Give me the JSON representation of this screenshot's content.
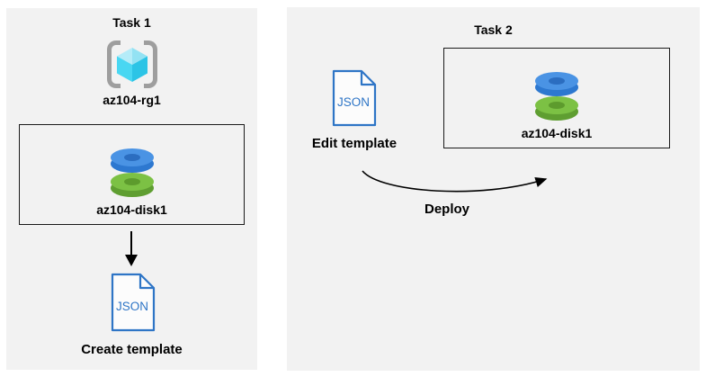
{
  "colors": {
    "canvas_background": "#ffffff",
    "panel_background": "#f2f2f2",
    "box_border": "#1a1a1a",
    "arrow_black": "#000000",
    "text": "#000000",
    "json_icon_blue": "#2e75c6",
    "disk_blue_face": "#4a93e4",
    "disk_blue_rim": "#2d78d0",
    "disk_blue_hole": "#2b6dc0",
    "disk_green_face": "#7cc144",
    "disk_green_rim": "#5f9e31",
    "disk_green_hole": "#5d9b2d",
    "resource_group_bracket_gray": "#9e9e9e",
    "cube_top_left": "#b5ecf8",
    "cube_top_right": "#93e2f3",
    "cube_bottom_left": "#49d7f2",
    "cube_bottom_right": "#2cc4e6"
  },
  "icons": {
    "resource_group": "resource-group-icon",
    "managed_disk": "managed-disk-icon",
    "json_file": "json-file-icon",
    "arrow_down": "arrow-down-icon",
    "deploy_arrow": "curved-arrow-icon"
  },
  "task1": {
    "title": "Task 1",
    "resource_group": {
      "name": "az104-rg1"
    },
    "disk": {
      "name": "az104-disk1"
    },
    "json_file_label": "JSON",
    "caption": "Create template"
  },
  "task2": {
    "title": "Task 2",
    "json_file_label": "JSON",
    "edit_caption": "Edit template",
    "disk": {
      "name": "az104-disk1"
    },
    "deploy_caption": "Deploy"
  }
}
